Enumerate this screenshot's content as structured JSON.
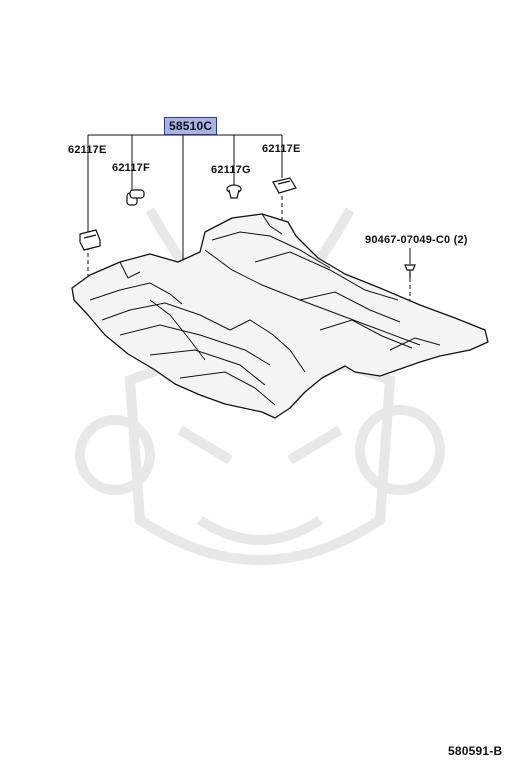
{
  "diagram": {
    "callouts": {
      "main_part": "58510C",
      "clip_left": "62117E",
      "clip_right": "62117E",
      "clip_f": "62117F",
      "clip_g": "62117G",
      "screw": "90467-07049-C0 (2)"
    },
    "illustration_code": "580591-B",
    "colors": {
      "highlight": "#a9b4e6",
      "line": "#111111",
      "watermark": "#e6e6e6"
    }
  }
}
